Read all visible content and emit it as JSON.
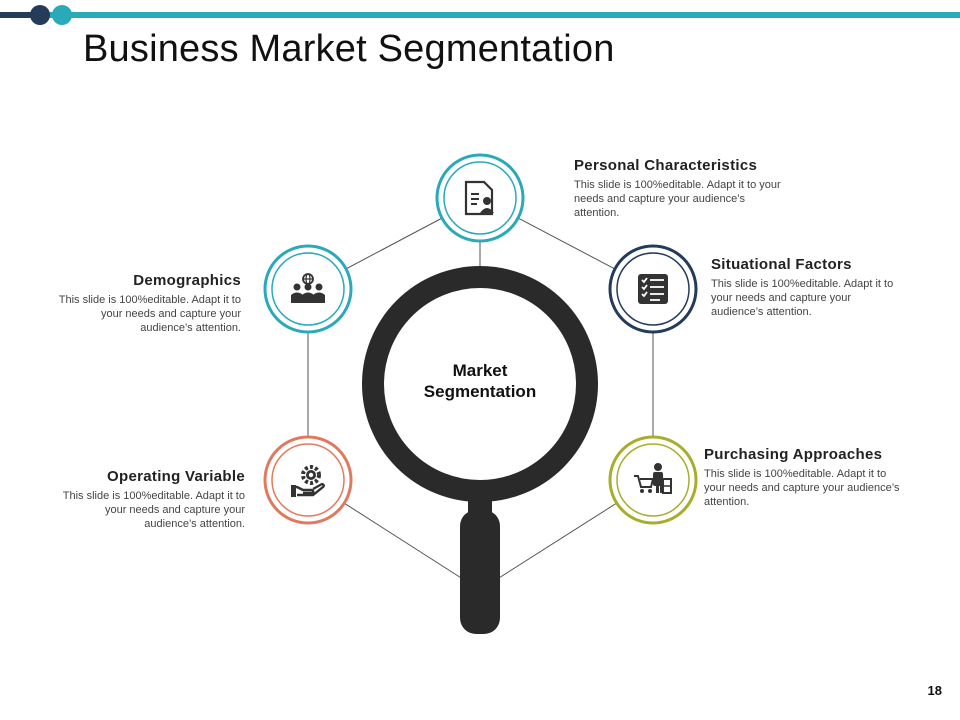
{
  "slide": {
    "title": "Business Market Segmentation",
    "page_number": "18"
  },
  "center": {
    "line1": "Market",
    "line2": "Segmentation"
  },
  "nodes": [
    {
      "title": "Personal Characteristics",
      "text": "This slide is 100%editable. Adapt it to your needs and capture your audience’s attention.",
      "color": "#2aa9b9",
      "icon": "document-user-icon"
    },
    {
      "title": "Situational Factors",
      "text": "This slide is 100%editable. Adapt it to your needs and capture your audience’s attention.",
      "color": "#243b5a",
      "icon": "checklist-icon"
    },
    {
      "title": "Purchasing Approaches",
      "text": "This slide is 100%editable. Adapt it to your needs and capture your audience’s attention.",
      "color": "#a8ad2b",
      "icon": "shopping-cart-person-icon"
    },
    {
      "title": "Operating Variable",
      "text": "This slide is 100%editable. Adapt it to your needs and capture your audience’s attention.",
      "color": "#e07a5f",
      "icon": "gear-hand-icon"
    },
    {
      "title": "Demographics",
      "text": "This slide is 100%editable. Adapt it to your needs and capture your audience’s attention.",
      "color": "#2aa9b9",
      "icon": "people-globe-icon"
    }
  ]
}
